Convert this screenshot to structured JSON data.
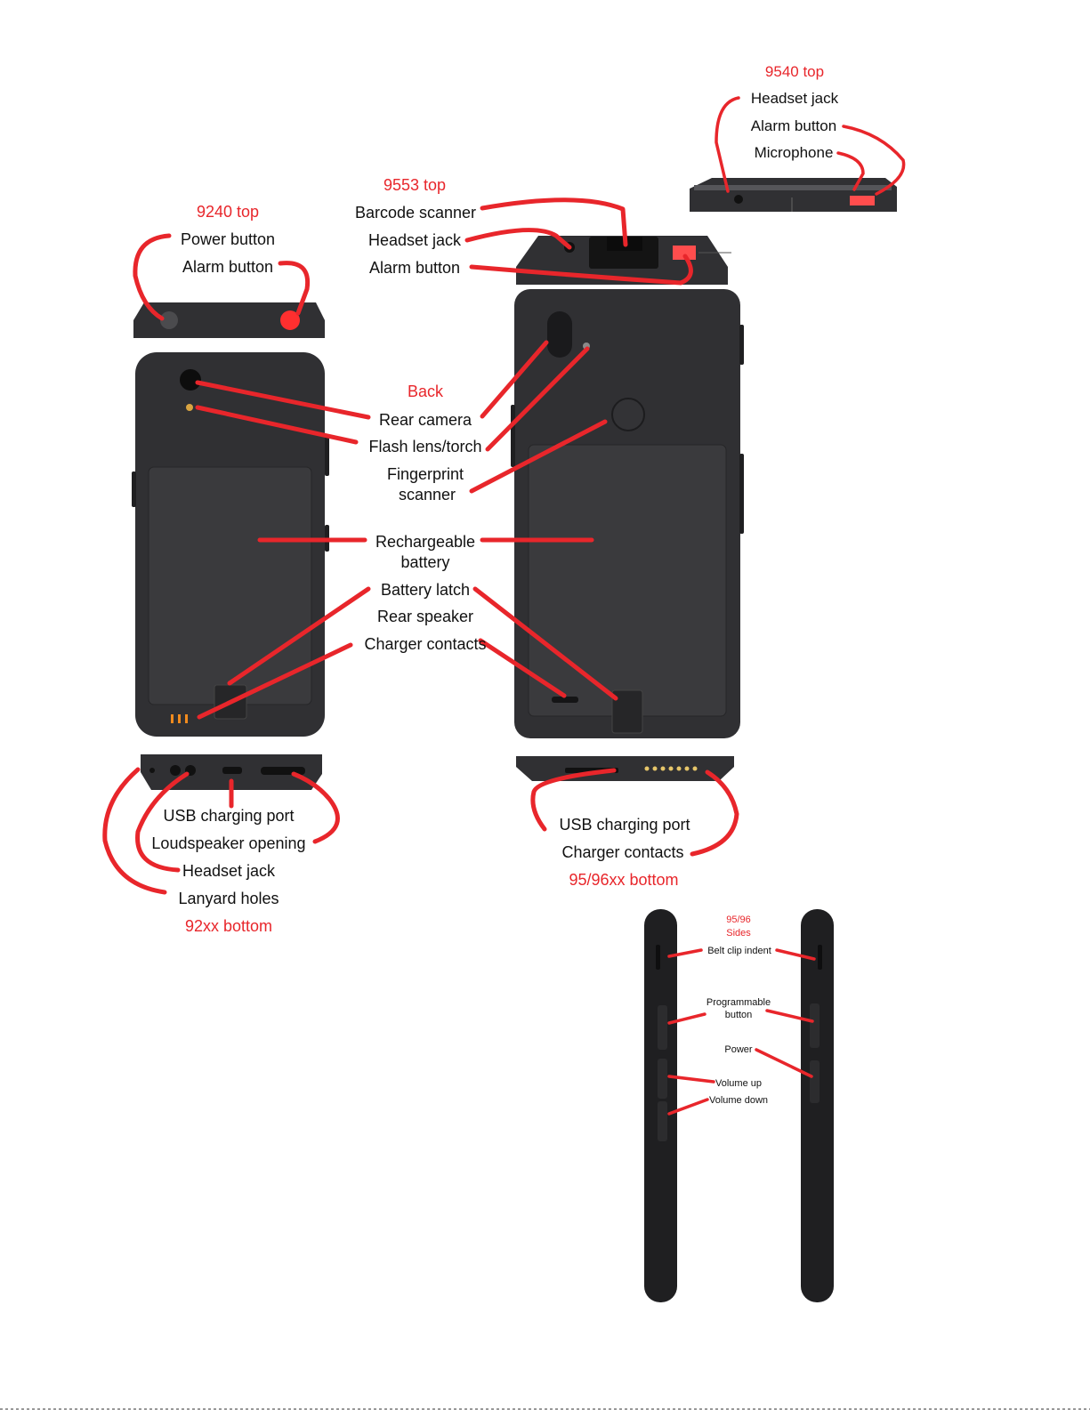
{
  "headings": {
    "top_9540": "9540 top",
    "top_9553": "9553 top",
    "top_9240": "9240 top",
    "back": "Back",
    "bottom_9596": "95/96xx bottom",
    "bottom_92": "92xx bottom",
    "sides_line1": "95/96",
    "sides_line2": "Sides"
  },
  "labels_9540_top": {
    "headset_jack": "Headset jack",
    "alarm_button": "Alarm button",
    "microphone": "Microphone"
  },
  "labels_9553_top": {
    "barcode_scanner": "Barcode scanner",
    "headset_jack": "Headset jack",
    "alarm_button": "Alarm button"
  },
  "labels_9240_top": {
    "power_button": "Power button",
    "alarm_button": "Alarm button"
  },
  "labels_back": {
    "rear_camera": "Rear camera",
    "flash": "Flash lens/torch",
    "fingerprint_line1": "Fingerprint",
    "fingerprint_line2": "scanner",
    "battery_line1": "Rechargeable",
    "battery_line2": "battery",
    "battery_latch": "Battery latch",
    "rear_speaker": "Rear speaker",
    "charger_contacts": "Charger contacts"
  },
  "labels_92_bottom": {
    "usb_port": "USB charging port",
    "loudspeaker": "Loudspeaker opening",
    "headset_jack": "Headset jack",
    "lanyard_holes": "Lanyard holes"
  },
  "labels_9596_bottom": {
    "usb_port": "USB charging port",
    "charger_contacts": "Charger contacts"
  },
  "labels_sides": {
    "belt_clip": "Belt clip indent",
    "programmable_line1": "Programmable",
    "programmable_line2": "button",
    "power": "Power",
    "volume_up": "Volume up",
    "volume_down": "Volume down"
  },
  "colors": {
    "callout": "#e8262b",
    "device_body": "#303033",
    "alarm_key": "#ff4d4d"
  }
}
